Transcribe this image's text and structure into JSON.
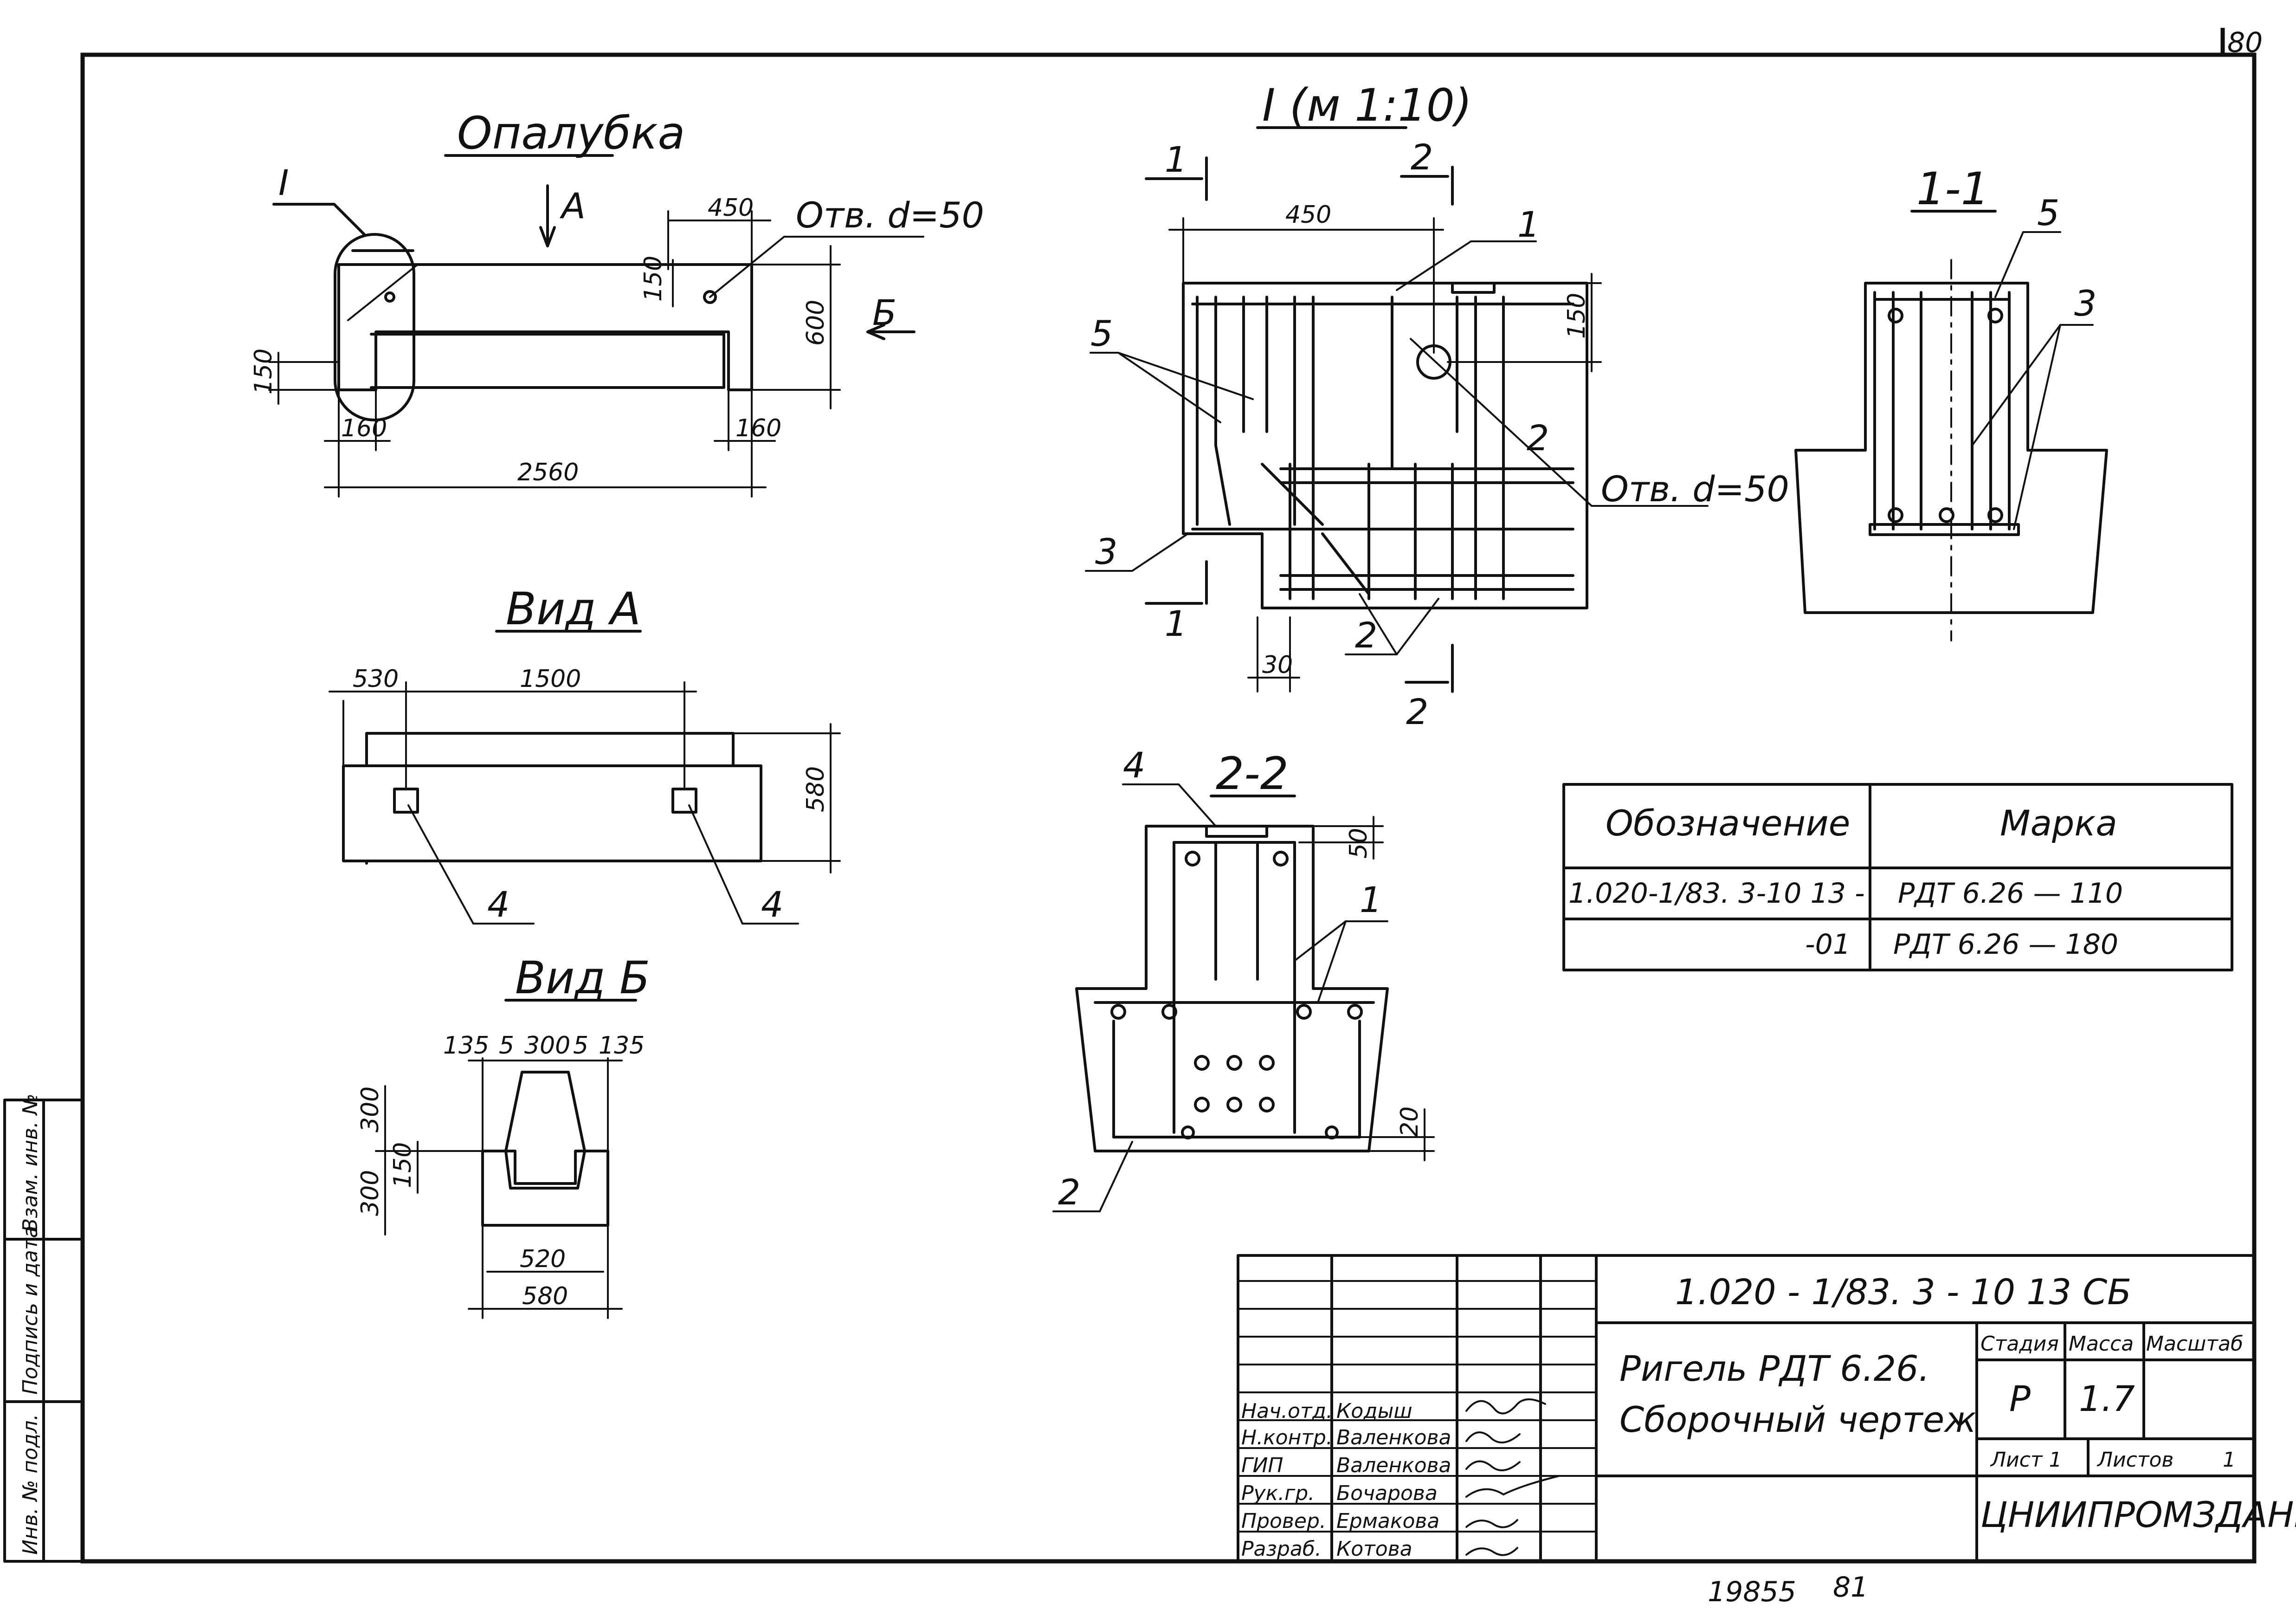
{
  "sheet_number": "80",
  "bottom_numbers": {
    "left": "19855",
    "right": "81"
  },
  "views": {
    "opalubka": {
      "title": "Опалубка",
      "callout_I": "I",
      "arrow_A": "А",
      "arrow_B": "Б",
      "hole_label": "Отв. d=50",
      "dim_450": "450",
      "dim_150_top": "150",
      "dim_600": "600",
      "dim_150_left": "150",
      "dim_160_left": "160",
      "dim_160_right": "160",
      "dim_2560": "2560"
    },
    "vid_a": {
      "title": "Вид А",
      "dim_530": "530",
      "dim_1500": "1500",
      "dim_580": "580",
      "pos_left": "4",
      "pos_right": "4"
    },
    "vid_b": {
      "title": "Вид Б",
      "top_dims": [
        "135",
        "5",
        "300",
        "5",
        "135"
      ],
      "dim_300_top": "300",
      "dim_300_bottom": "300",
      "dim_150": "150",
      "dim_520": "520",
      "dim_580": "580"
    },
    "detail_I": {
      "title": "I (м 1:10)",
      "sec1_top": "1",
      "sec1_bottom": "1",
      "sec2_top": "2",
      "sec2_bottom": "2",
      "dim_450": "450",
      "dim_150": "150",
      "dim_30": "30",
      "pos_1": "1",
      "pos_2_right": "2",
      "pos_2_bottom": "2",
      "pos_3": "3",
      "pos_5": "5",
      "hole_label": "Отв. d=50"
    },
    "section_1_1": {
      "title": "1-1",
      "pos_5": "5",
      "pos_3": "3"
    },
    "section_2_2": {
      "title": "2-2",
      "pos_4": "4",
      "pos_1": "1",
      "pos_2": "2",
      "dim_50": "50",
      "dim_20": "20"
    }
  },
  "mark_table": {
    "headers": [
      "Обозначение",
      "Марка"
    ],
    "rows": [
      [
        "1.020-1/83. 3-10  13 -",
        "РДТ 6.26 — 110"
      ],
      [
        "-01",
        "РДТ 6.26 — 180"
      ]
    ]
  },
  "title_block": {
    "doc_code": "1.020 - 1/83. 3 - 10     13 СБ",
    "name_line1": "Ригель  РДТ  6.26.",
    "name_line2": "Сборочный  чертеж",
    "stage_label": "Стадия",
    "mass_label": "Масса",
    "scale_label": "Масштаб",
    "stage_value": "Р",
    "mass_value": "1.7",
    "sheet_label": "Лист 1",
    "sheets_label": "Листов",
    "sheets_value": "1",
    "organization": "ЦНИИПРОМЗДАНИЙ",
    "signatures": [
      {
        "role": "Нач.отд.",
        "name": "Кодыш"
      },
      {
        "role": "Н.контр.",
        "name": "Валенкова"
      },
      {
        "role": "ГИП",
        "name": "Валенкова"
      },
      {
        "role": "Рук.гр.",
        "name": "Бочарова"
      },
      {
        "role": "Провер.",
        "name": "Ермакова"
      },
      {
        "role": "Разраб.",
        "name": "Котова"
      }
    ]
  },
  "side_stamp": [
    "Инв. № подл.",
    "Подпись и дата",
    "Взам. инв. №"
  ]
}
